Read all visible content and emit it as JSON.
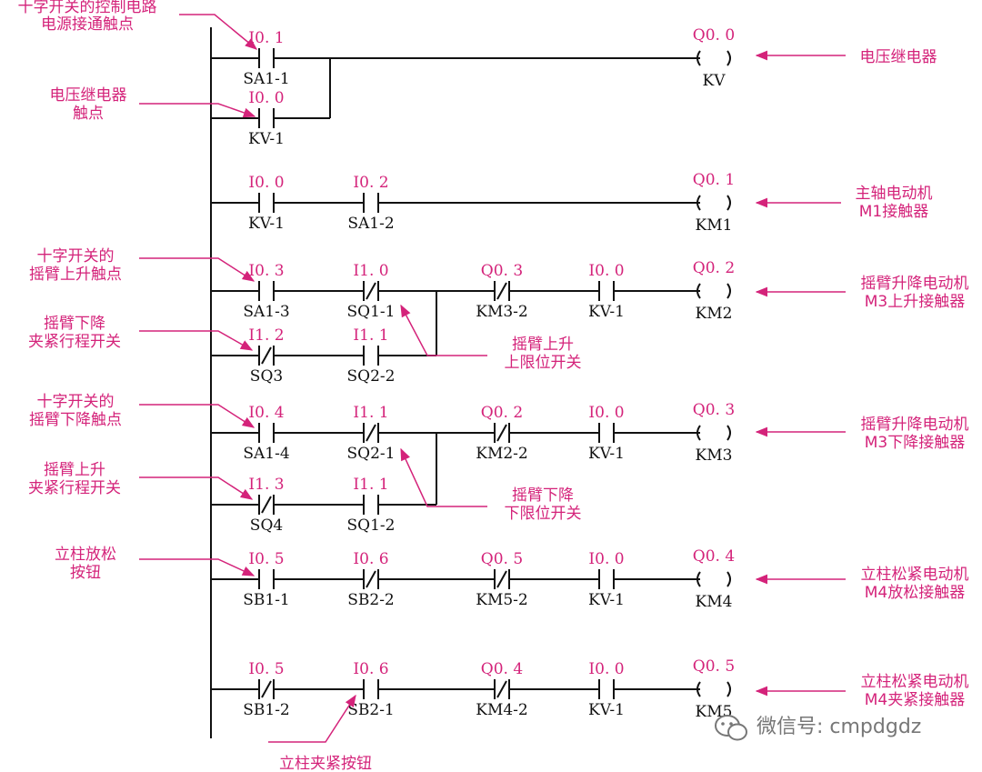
{
  "colors": {
    "label": "#d4237a",
    "wire": "#111111",
    "watermark": "#777777"
  },
  "rungs": [
    {
      "contacts": [
        {
          "addr": "I0. 1",
          "name": "SA1-1",
          "nc": false
        }
      ],
      "branch": {
        "addr": "I0. 0",
        "name": "KV-1",
        "nc": false
      },
      "coil": {
        "addr": "Q0. 0",
        "name": "KV"
      }
    },
    {
      "contacts": [
        {
          "addr": "I0. 0",
          "name": "KV-1",
          "nc": false
        },
        {
          "addr": "I0. 2",
          "name": "SA1-2",
          "nc": false
        }
      ],
      "coil": {
        "addr": "Q0. 1",
        "name": "KM1"
      }
    },
    {
      "contacts": [
        {
          "addr": "I0. 3",
          "name": "SA1-3",
          "nc": false
        },
        {
          "addr": "I1. 0",
          "name": "SQ1-1",
          "nc": true
        },
        {
          "addr": "Q0. 3",
          "name": "KM3-2",
          "nc": true
        },
        {
          "addr": "I0. 0",
          "name": "KV-1",
          "nc": false
        }
      ],
      "branch2": [
        {
          "addr": "I1. 2",
          "name": "SQ3",
          "nc": true
        },
        {
          "addr": "I1. 1",
          "name": "SQ2-2",
          "nc": false
        }
      ],
      "coil": {
        "addr": "Q0. 2",
        "name": "KM2"
      }
    },
    {
      "contacts": [
        {
          "addr": "I0. 4",
          "name": "SA1-4",
          "nc": false
        },
        {
          "addr": "I1. 1",
          "name": "SQ2-1",
          "nc": true
        },
        {
          "addr": "Q0. 2",
          "name": "KM2-2",
          "nc": true
        },
        {
          "addr": "I0. 0",
          "name": "KV-1",
          "nc": false
        }
      ],
      "branch2": [
        {
          "addr": "I1. 3",
          "name": "SQ4",
          "nc": true
        },
        {
          "addr": "I1. 1",
          "name": "SQ1-2",
          "nc": false
        }
      ],
      "coil": {
        "addr": "Q0. 3",
        "name": "KM3"
      }
    },
    {
      "contacts": [
        {
          "addr": "I0. 5",
          "name": "SB1-1",
          "nc": false
        },
        {
          "addr": "I0. 6",
          "name": "SB2-2",
          "nc": true
        },
        {
          "addr": "Q0. 5",
          "name": "KM5-2",
          "nc": true
        },
        {
          "addr": "I0. 0",
          "name": "KV-1",
          "nc": false
        }
      ],
      "coil": {
        "addr": "Q0. 4",
        "name": "KM4"
      }
    },
    {
      "contacts": [
        {
          "addr": "I0. 5",
          "name": "SB1-2",
          "nc": true
        },
        {
          "addr": "I0. 6",
          "name": "SB2-1",
          "nc": false
        },
        {
          "addr": "Q0. 4",
          "name": "KM4-2",
          "nc": true
        },
        {
          "addr": "I0. 0",
          "name": "KV-1",
          "nc": false
        }
      ],
      "coil": {
        "addr": "Q0. 5",
        "name": "KM5"
      }
    }
  ],
  "annotations": [
    {
      "lines": [
        "十字开关的控制电路",
        "电源接通触点"
      ]
    },
    {
      "lines": [
        "电压继电器",
        "触点"
      ]
    },
    {
      "lines": [
        "十字开关的",
        "摇臂上升触点"
      ]
    },
    {
      "lines": [
        "摇臂下降",
        "夹紧行程开关"
      ]
    },
    {
      "lines": [
        "十字开关的",
        "摇臂下降触点"
      ]
    },
    {
      "lines": [
        "摇臂上升",
        "夹紧行程开关"
      ]
    },
    {
      "lines": [
        "立柱放松",
        "按钮"
      ]
    },
    {
      "lines": [
        "摇臂上升",
        "上限位开关"
      ]
    },
    {
      "lines": [
        "摇臂下降",
        "下限位开关"
      ]
    },
    {
      "lines": [
        "立柱夹紧按钮"
      ]
    },
    {
      "lines": [
        "电压继电器"
      ]
    },
    {
      "lines": [
        "主轴电动机",
        "M1接触器"
      ]
    },
    {
      "lines": [
        "摇臂升降电动机",
        "M3上升接触器"
      ]
    },
    {
      "lines": [
        "摇臂升降电动机",
        "M3下降接触器"
      ]
    },
    {
      "lines": [
        "立柱松紧电动机",
        "M4放松接触器"
      ]
    },
    {
      "lines": [
        "立柱松紧电动机",
        "M4夹紧接触器"
      ]
    }
  ],
  "watermark": {
    "icon": "wechat-icon",
    "text": "微信号: cmpdgdz"
  }
}
